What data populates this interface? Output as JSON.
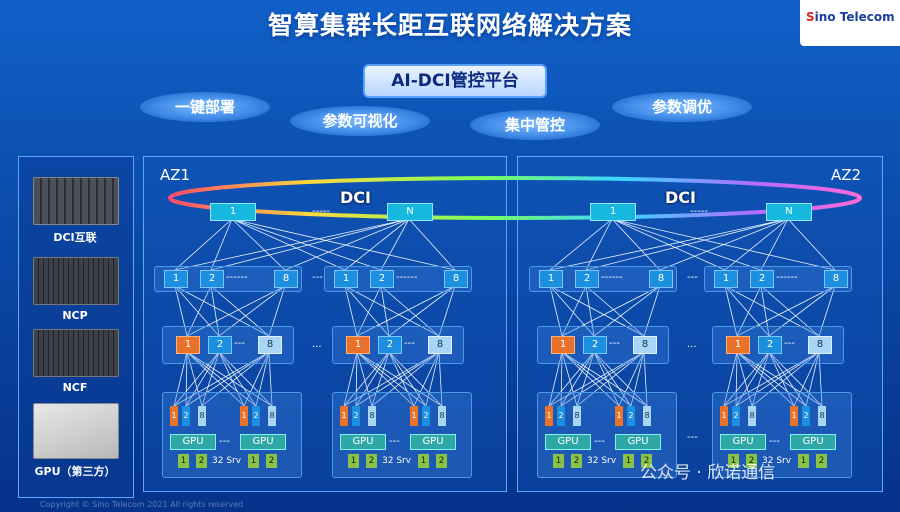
{
  "title": "智算集群长距互联网络解决方案",
  "logo": {
    "prefix": "S",
    "text": "ino Telecom"
  },
  "platform": "AI-DCI管控平台",
  "features": [
    "一键部署",
    "参数可视化",
    "集中管控",
    "参数调优"
  ],
  "devices": [
    {
      "label": "DCI互联",
      "icon": "dci-switch-icon"
    },
    {
      "label": "NCP",
      "icon": "ncp-chassis-icon"
    },
    {
      "label": "NCF",
      "icon": "ncf-chassis-icon"
    },
    {
      "label": "GPU（第三方）",
      "icon": "gpu-card-icon"
    }
  ],
  "az": [
    "AZ1",
    "AZ2"
  ],
  "dci_label": "DCI",
  "spine_nodes": [
    "1",
    "N"
  ],
  "leaf_labels": [
    "1",
    "2",
    "8"
  ],
  "gpu_label": "GPU",
  "port_labels": [
    "1",
    "2",
    "8"
  ],
  "srv_labels": [
    "1",
    "2"
  ],
  "srv_text": "32 Srv",
  "ellipsis": "···",
  "watermark": "公众号 · 欣诺通信",
  "copyright": "Copyright © Sino Telecom 2021 All rights reserved"
}
